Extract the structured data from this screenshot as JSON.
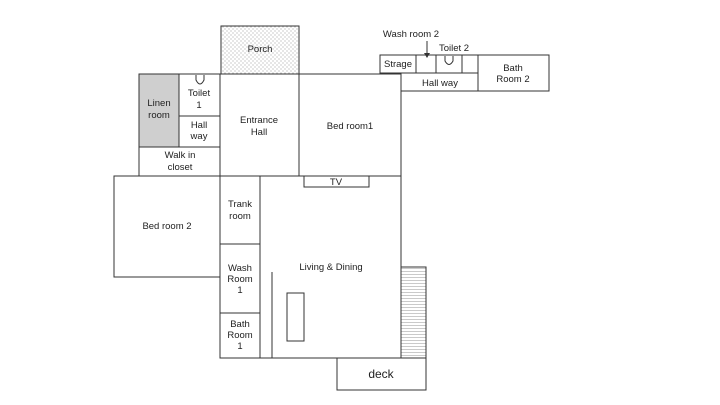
{
  "rooms": {
    "porch": "Porch",
    "linen": [
      "Linen",
      "room"
    ],
    "toilet1": [
      "Toilet",
      "1"
    ],
    "hallway1": [
      "Hall",
      "way"
    ],
    "walkin": [
      "Walk in",
      "closet"
    ],
    "entrance": [
      "Entrance",
      "Hall"
    ],
    "bedroom1": "Bed room1",
    "wash2": "Wash room 2",
    "toilet2": "Toilet 2",
    "strage": "Strage",
    "hallway2": "Hall way",
    "bath2": [
      "Bath",
      "Room 2"
    ],
    "tv": "TV",
    "bedroom2": "Bed room 2",
    "trank": [
      "Trank",
      "room"
    ],
    "living": "Living & Dining",
    "wash1": [
      "Wash",
      "Room",
      "1"
    ],
    "bath1": [
      "Bath",
      "Room",
      "1"
    ],
    "deck": "deck"
  },
  "colors": {
    "wall": "#333333",
    "linen_fill": "#cfcfcf",
    "hatch": "#a8a8a8"
  }
}
